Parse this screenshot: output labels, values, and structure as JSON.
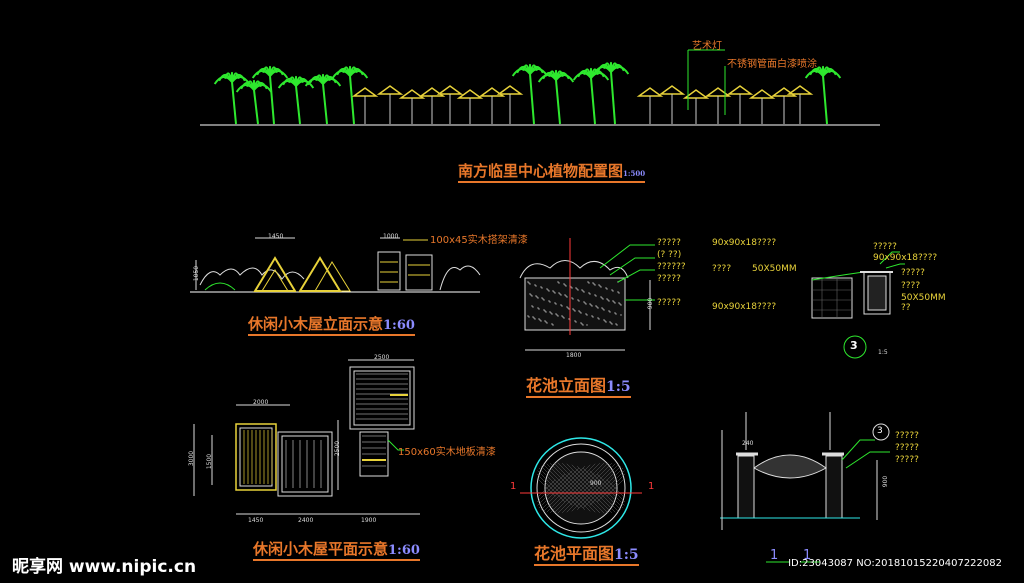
{
  "titles": {
    "plant_plan": "南方临里中心植物配置图",
    "plant_plan_scale": "1:500",
    "hut_elevation": "休闲小木屋立面示意",
    "hut_elevation_scale": "1:60",
    "hut_plan": "休闲小木屋平面示意",
    "hut_plan_scale": "1:60",
    "planter_elevation": "花池立面图",
    "planter_elevation_scale": "1:5",
    "planter_plan": "花池平面图",
    "planter_plan_scale": "1:5"
  },
  "annotations": {
    "art_lamp": "艺术灯",
    "steel_pipe": "不锈钢管面白漆喷涂",
    "wood_frame": "100x45实木搭架清漆",
    "floor_board": "150x60实木地板清漆",
    "section_marker": "1",
    "detail_number": "3",
    "detail_scale": "1:5",
    "planter_notes": [
      "?????",
      "(? ??)",
      "??????",
      "?????",
      "?????"
    ],
    "planter_specs": [
      "90x90x18????",
      "????",
      "50X50MM",
      "90x90x18????"
    ],
    "detail_notes": [
      "?????",
      "90x90x18????",
      "?????",
      "????",
      "50X50MM",
      "??"
    ],
    "section_notes": [
      "?????",
      "?????",
      "?????"
    ],
    "section_markers": [
      "1",
      "1"
    ],
    "dims": {
      "hut_elev_w": "1450",
      "hut_elev_w2": "1000",
      "hut_elev_h": "1050",
      "planter_w": "1800",
      "planter_h": "900",
      "plan_top": "2000",
      "plan_top2": "2500",
      "plan_side": "3000",
      "plan_side2": "1500",
      "plan_side3": "2500",
      "plan_b1": "1450",
      "plan_b2": "2400",
      "plan_b3": "1900",
      "planter_plan_d": "900",
      "section_w": "240",
      "section_h": "900"
    }
  },
  "watermark": {
    "brand": "昵享网 www.nipic.cn",
    "id": "ID:23043087 NO:20181015220407222082"
  },
  "colors": {
    "background": "#000000",
    "palm": "#2ee82e",
    "umbrella": "#e8d23a",
    "title": "#e8772a",
    "scale": "#8c8cff",
    "leader": "#2ee82e",
    "structure": "#ffffff",
    "accent_cyan": "#2ee8e8",
    "section_red": "#ff3a3a"
  }
}
